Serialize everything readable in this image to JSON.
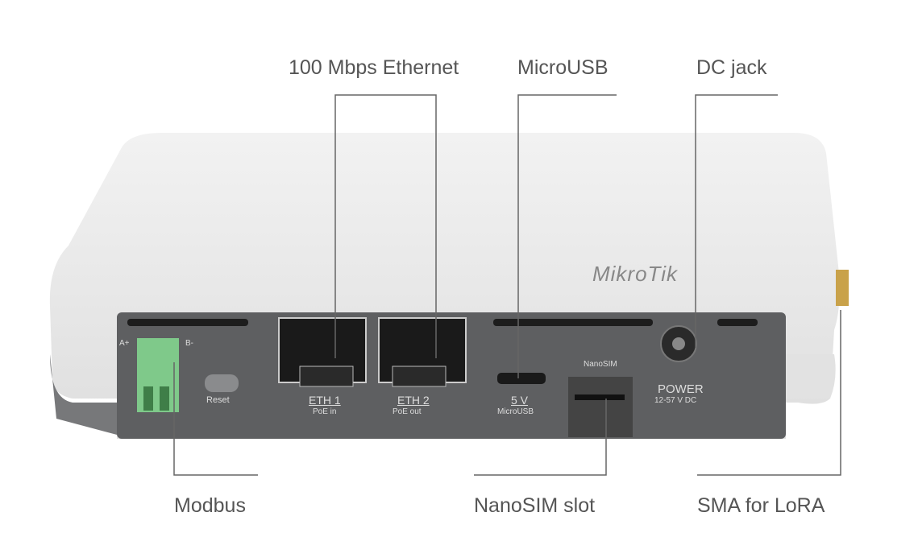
{
  "callouts": {
    "ethernet": "100 Mbps Ethernet",
    "microusb": "MicroUSB",
    "dc_jack": "DC jack",
    "modbus": "Modbus",
    "nanosim_slot": "NanoSIM slot",
    "sma": "SMA for LoRA"
  },
  "device": {
    "brand": "MikroTik",
    "labels": {
      "a_plus": "A+",
      "b_minus": "B-",
      "reset": "Reset",
      "eth1": "ETH 1",
      "eth1_sub": "PoE in",
      "eth2": "ETH 2",
      "eth2_sub": "PoE out",
      "usb": "5 V",
      "usb_sub": "MicroUSB",
      "nanosim": "NanoSIM",
      "power": "POWER",
      "power_sub": "12-57 V DC"
    }
  },
  "colors": {
    "body": "#ececec",
    "panel": "#5e5f61",
    "callout_text": "#555555",
    "connector": "#7fc98a"
  }
}
